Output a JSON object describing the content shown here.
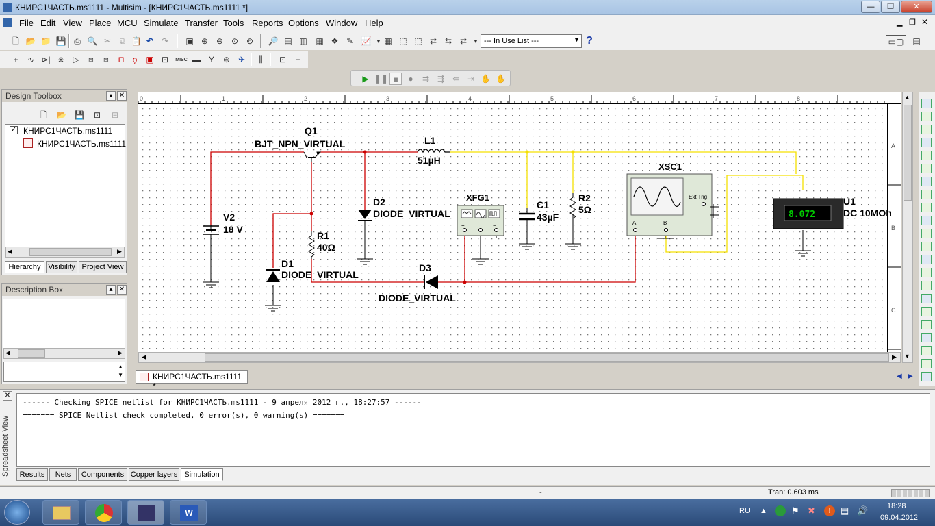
{
  "window": {
    "title": "КНИРС1ЧАСТЬ.ms1111 - Multisim - [КНИРС1ЧАСТЬ.ms1111 *]",
    "min": "—",
    "max": "❐",
    "close": "✕"
  },
  "menu": [
    {
      "label": "File"
    },
    {
      "label": "Edit"
    },
    {
      "label": "View"
    },
    {
      "label": "Place"
    },
    {
      "label": "MCU"
    },
    {
      "label": "Simulate"
    },
    {
      "label": "Transfer"
    },
    {
      "label": "Tools"
    },
    {
      "label": "Reports"
    },
    {
      "label": "Options"
    },
    {
      "label": "Window"
    },
    {
      "label": "Help"
    }
  ],
  "toolbar": {
    "in_use_list": "--- In Use List ---",
    "help": "?",
    "misc_label": "MISC"
  },
  "design_toolbox": {
    "title": "Design Toolbox",
    "root": "КНИРС1ЧАСТЬ.ms1111",
    "child": "КНИРС1ЧАСТЬ.ms1111",
    "tabs": [
      "Hierarchy",
      "Visibility",
      "Project View"
    ]
  },
  "description_box": {
    "title": "Description Box"
  },
  "schematic": {
    "tab_label": "КНИРС1ЧАСТЬ.ms1111 *",
    "ruler_top": [
      "0",
      "1",
      "2",
      "3",
      "4",
      "5",
      "6",
      "7",
      "8"
    ],
    "ruler_right": [
      "A",
      "B",
      "C"
    ],
    "components": {
      "q1_ref": "Q1",
      "q1_val": "BJT_NPN_VIRTUAL",
      "l1_ref": "L1",
      "l1_val": "51µH",
      "v2_ref": "V2",
      "v2_val": "18 V",
      "d2_ref": "D2",
      "d2_val": "DIODE_VIRTUAL",
      "xfg1_ref": "XFG1",
      "c1_ref": "C1",
      "c1_val": "43µF",
      "r2_ref": "R2",
      "r2_val": "5Ω",
      "xsc1_ref": "XSC1",
      "ext_trig": "Ext Trig",
      "scope_a": "A",
      "scope_b": "B",
      "u1_ref": "U1",
      "u1_val": "DC  10MOh",
      "u1_reading": "8.072",
      "r1_ref": "R1",
      "r1_val": "40Ω",
      "d1_ref": "D1",
      "d1_val": "DIODE_VIRTUAL",
      "d3_ref": "D3",
      "d3_val": "DIODE_VIRTUAL"
    }
  },
  "spreadsheet": {
    "side_label": "Spreadsheet View",
    "log": [
      "------ Checking SPICE netlist for КНИРС1ЧАСТЬ.ms1111 - 9 апреля 2012 г., 18:27:57 ------",
      "======= SPICE Netlist check completed, 0 error(s), 0 warning(s) ======="
    ],
    "tabs": [
      "Results",
      "Nets",
      "Components",
      "Copper layers",
      "Simulation"
    ]
  },
  "status": {
    "middle": "-",
    "tran": "Tran: 0.603 ms"
  },
  "taskbar": {
    "lang": "RU",
    "time": "18:28",
    "date": "09.04.2012"
  },
  "colors": {
    "wire_red": "#cc0000",
    "wire_yellow": "#f5e000",
    "meter_display": "#00cc00"
  }
}
